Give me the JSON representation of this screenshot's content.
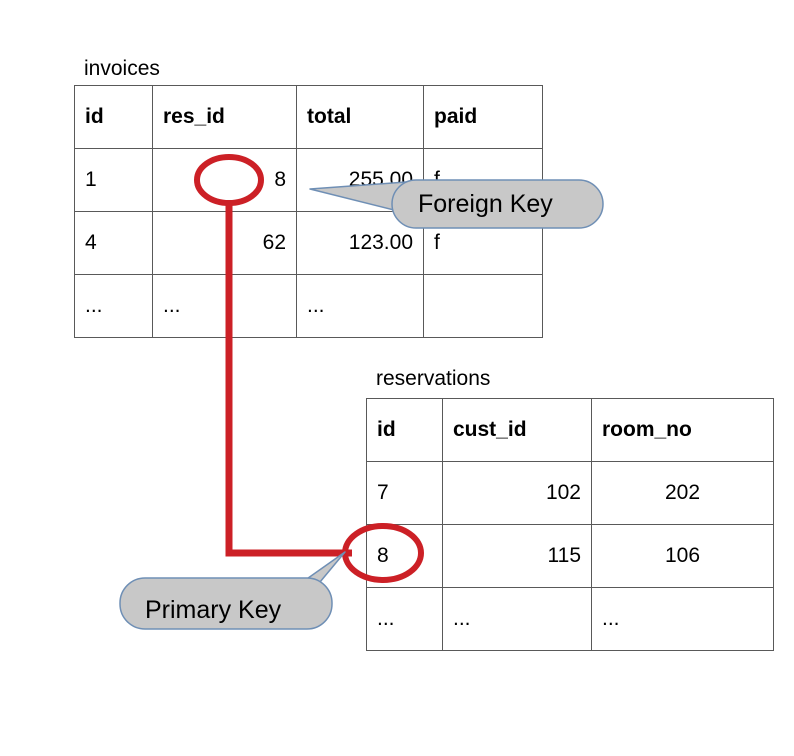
{
  "diagram": {
    "title_invoices": "invoices",
    "title_reservations": "reservations",
    "colors": {
      "highlight": "#cc2026",
      "callout_fill": "#c8c8c8",
      "callout_stroke": "#6f8fb5",
      "table_border": "#595959",
      "background": "#ffffff",
      "text": "#000000"
    }
  },
  "tables": {
    "invoices": {
      "name": "invoices",
      "columns": [
        "id",
        "res_id",
        "total",
        "paid"
      ],
      "rows": [
        {
          "id": "1",
          "res_id": "8",
          "total": "255.00",
          "paid": "f"
        },
        {
          "id": "4",
          "res_id": "62",
          "total": "123.00",
          "paid": "f"
        },
        {
          "id": "...",
          "res_id": "...",
          "total": "...",
          "paid": ""
        }
      ]
    },
    "reservations": {
      "name": "reservations",
      "columns": [
        "id",
        "cust_id",
        "room_no"
      ],
      "rows": [
        {
          "id": "7",
          "cust_id": "102",
          "room_no": "202"
        },
        {
          "id": "8",
          "cust_id": "115",
          "room_no": "106"
        },
        {
          "id": "...",
          "cust_id": "...",
          "room_no": "..."
        }
      ]
    }
  },
  "callouts": {
    "foreign_key": {
      "label": "Foreign Key",
      "points_to_table": "invoices",
      "points_to_column": "res_id",
      "points_to_value": "8"
    },
    "primary_key": {
      "label": "Primary Key",
      "points_to_table": "reservations",
      "points_to_column": "id",
      "points_to_value": "8"
    }
  },
  "relationship": {
    "from_table": "invoices",
    "from_column": "res_id",
    "from_value": "8",
    "to_table": "reservations",
    "to_column": "id",
    "to_value": "8"
  }
}
